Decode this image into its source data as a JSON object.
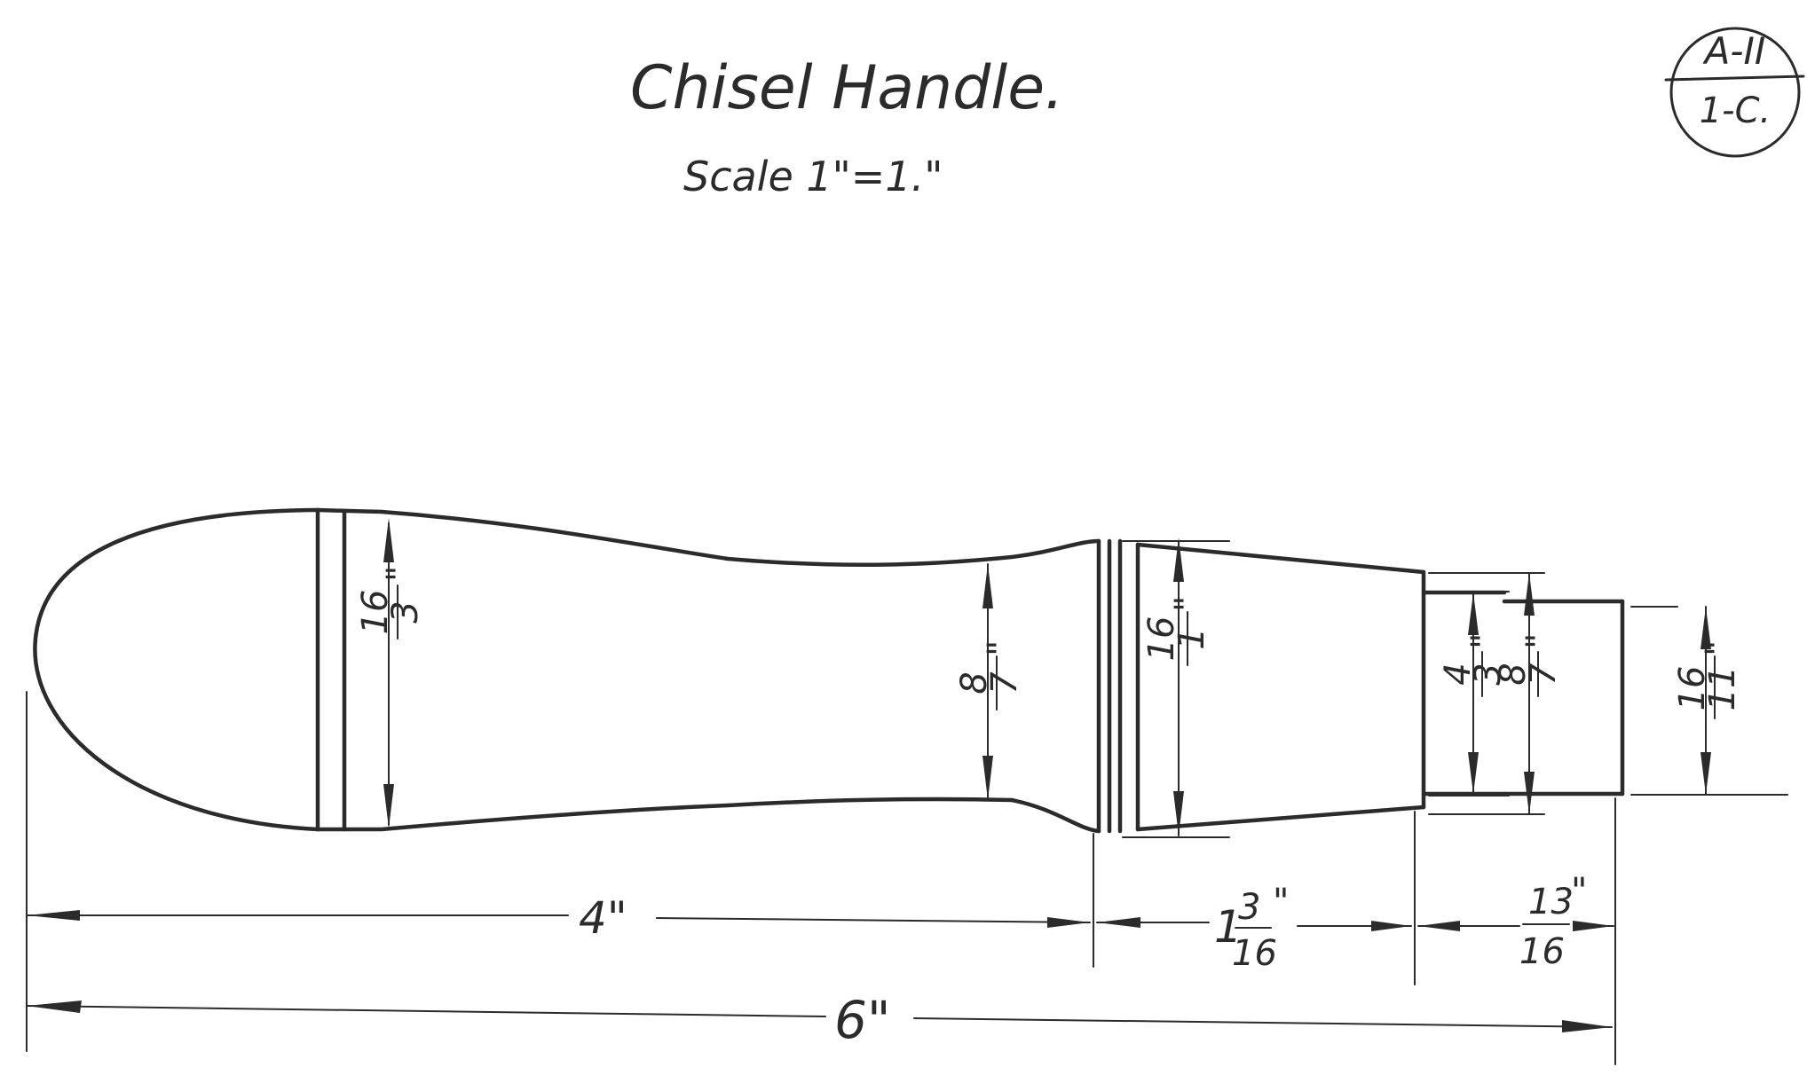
{
  "drawing": {
    "title": "Chisel Handle.",
    "scale_label": "Scale 1\"=1.\"",
    "sheet_id": {
      "top": "A-II",
      "bottom": "1-C."
    }
  },
  "dimensions": {
    "len_4": "4\"",
    "len_6": "6\"",
    "len_1_3_16": {
      "whole": "1",
      "num": "3",
      "den": "16",
      "mark": "\""
    },
    "len_13_16": {
      "num": "13",
      "den": "16",
      "mark": "\""
    },
    "dia_3_16": {
      "num": "3",
      "den": "16",
      "mark": "\""
    },
    "dia_7_8": {
      "num": "7",
      "den": "8",
      "mark": "\""
    },
    "dia_1_16": {
      "num": "1",
      "den": "16",
      "mark": "\""
    },
    "dia_3_4": {
      "num": "3",
      "den": "4",
      "mark": "\""
    },
    "dia_7_8_b": {
      "num": "7",
      "den": "8",
      "mark": "\""
    },
    "dia_11_16": {
      "num": "11",
      "den": "16",
      "mark": "\""
    }
  }
}
